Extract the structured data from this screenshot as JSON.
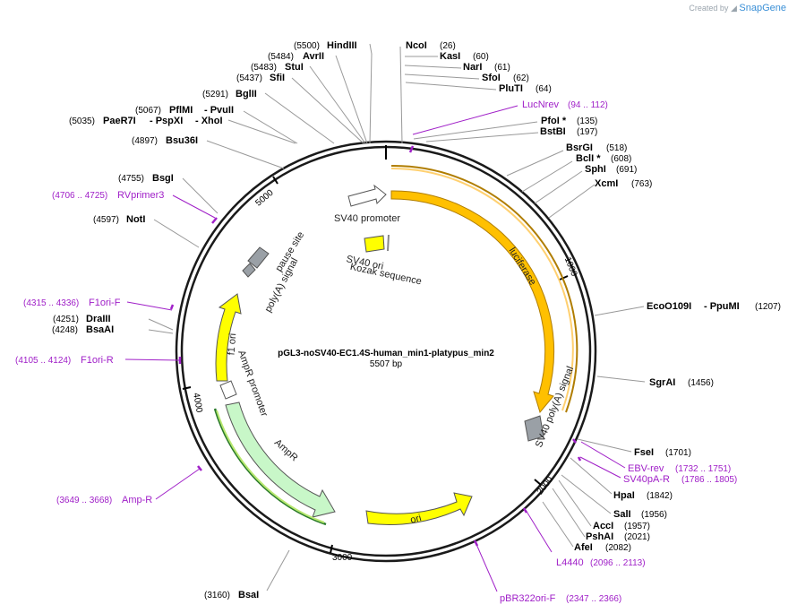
{
  "header": {
    "created_by": "Created by",
    "brand": "SnapGene"
  },
  "plasmid": {
    "name": "pGL3-noSV40-EC1.4S-human_min1-platypus_min2",
    "size": "5507 bp"
  },
  "ticks": [
    "1000",
    "2000",
    "3000",
    "4000",
    "5000"
  ],
  "enzymes": [
    {
      "name": "HindIII",
      "pos": "(5500)"
    },
    {
      "name": "AvrII",
      "pos": "(5484)"
    },
    {
      "name": "StuI",
      "pos": "(5483)"
    },
    {
      "name": "SfiI",
      "pos": "(5437)"
    },
    {
      "name": "BglII",
      "pos": "(5291)"
    },
    {
      "name": "PflMI",
      "pos": "(5067)"
    },
    {
      "name": "- PvuII",
      "pos": ""
    },
    {
      "name": "PaeR7I",
      "pos": "(5035)"
    },
    {
      "name": "- PspXI",
      "pos": ""
    },
    {
      "name": "- XhoI",
      "pos": ""
    },
    {
      "name": "Bsu36I",
      "pos": "(4897)"
    },
    {
      "name": "BsgI",
      "pos": "(4755)"
    },
    {
      "name": "NotI",
      "pos": "(4597)"
    },
    {
      "name": "DraIII",
      "pos": "(4251)"
    },
    {
      "name": "BsaAI",
      "pos": "(4248)"
    },
    {
      "name": "BsaI",
      "pos": "(3160)"
    },
    {
      "name": "NcoI",
      "pos": "(26)"
    },
    {
      "name": "KasI",
      "pos": "(60)"
    },
    {
      "name": "NarI",
      "pos": "(61)"
    },
    {
      "name": "SfoI",
      "pos": "(62)"
    },
    {
      "name": "PluTI",
      "pos": "(64)"
    },
    {
      "name": "PfoI *",
      "pos": "(135)"
    },
    {
      "name": "BstBI",
      "pos": "(197)"
    },
    {
      "name": "BsrGI",
      "pos": "(518)"
    },
    {
      "name": "BclI *",
      "pos": "(608)"
    },
    {
      "name": "SphI",
      "pos": "(691)"
    },
    {
      "name": "XcmI",
      "pos": "(763)"
    },
    {
      "name": "EcoO109I",
      "pos": ""
    },
    {
      "name": "- PpuMI",
      "pos": "(1207)"
    },
    {
      "name": "SgrAI",
      "pos": "(1456)"
    },
    {
      "name": "FseI",
      "pos": "(1701)"
    },
    {
      "name": "HpaI",
      "pos": "(1842)"
    },
    {
      "name": "SalI",
      "pos": "(1956)"
    },
    {
      "name": "AccI",
      "pos": "(1957)"
    },
    {
      "name": "PshAI",
      "pos": "(2021)"
    },
    {
      "name": "AfeI",
      "pos": "(2082)"
    }
  ],
  "primers": [
    {
      "name": "LucNrev",
      "range": "(94 .. 112)"
    },
    {
      "name": "RVprimer3",
      "range": "(4706 .. 4725)"
    },
    {
      "name": "F1ori-F",
      "range": "(4315 .. 4336)"
    },
    {
      "name": "F1ori-R",
      "range": "(4105 .. 4124)"
    },
    {
      "name": "Amp-R",
      "range": "(3649 .. 3668)"
    },
    {
      "name": "EBV-rev",
      "range": "(1732 .. 1751)"
    },
    {
      "name": "SV40pA-R",
      "range": "(1786 .. 1805)"
    },
    {
      "name": "L4440",
      "range": "(2096 .. 2113)"
    },
    {
      "name": "pBR322ori-F",
      "range": "(2347 .. 2366)"
    }
  ],
  "features": [
    {
      "name": "SV40 promoter"
    },
    {
      "name": "luciferase"
    },
    {
      "name": "SV40 ori"
    },
    {
      "name": "Kozak sequence"
    },
    {
      "name": "pause site"
    },
    {
      "name": "poly(A) signal"
    },
    {
      "name": "f1 ori"
    },
    {
      "name": "AmpR promoter"
    },
    {
      "name": "AmpR"
    },
    {
      "name": "ori"
    },
    {
      "name": "SV40 poly(A) signal"
    }
  ],
  "colors": {
    "backbone": "#1a1a1a",
    "luciferase": "#ffc000",
    "luciferase_edge": "#b07d00",
    "ori": "#ffff00",
    "ampr": "#c8f7c8",
    "grey_feature": "#9aa0a6",
    "primer": "#a020c8",
    "enzyme_line": "#999999"
  }
}
